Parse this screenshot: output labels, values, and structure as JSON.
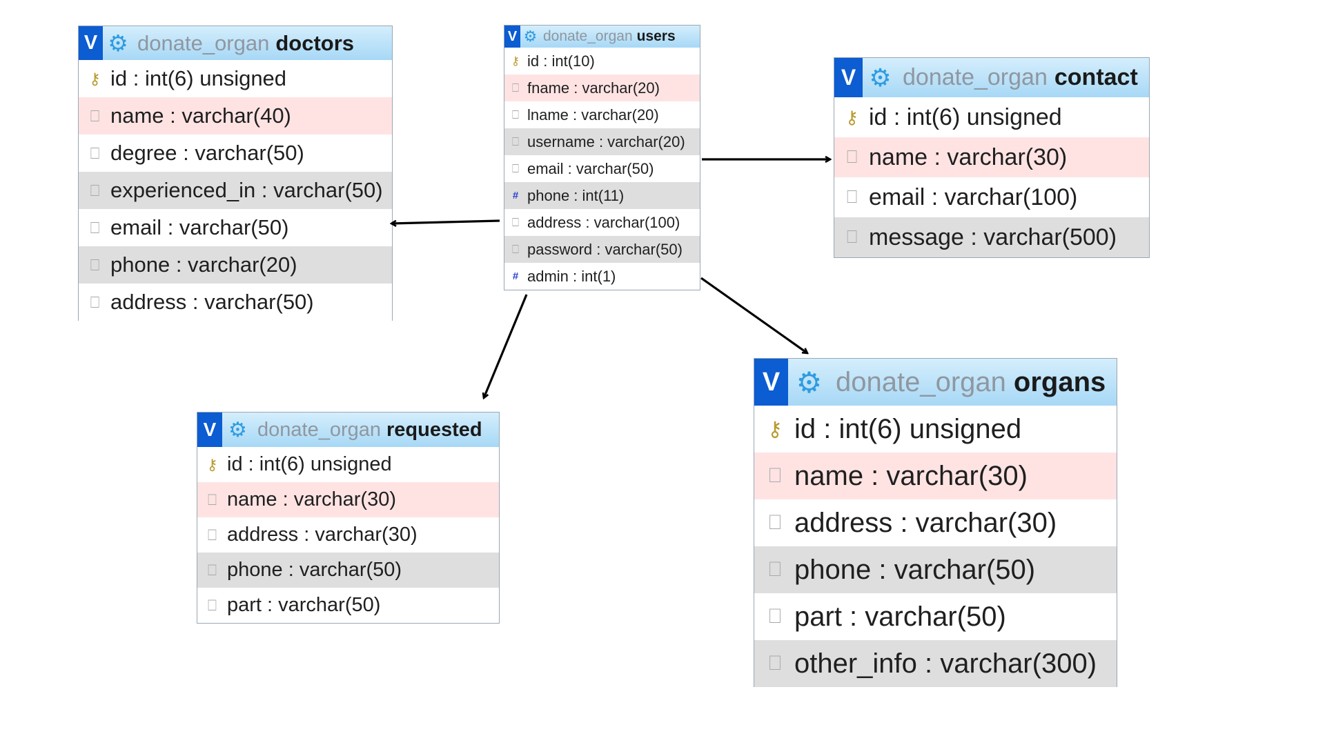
{
  "colors": {
    "header_button": "#0c5cd2",
    "header_gradient_top": "#d4eefc",
    "header_gradient_bottom": "#a7d8f6",
    "primary_row": "#ffe3e3",
    "alt_row": "#dedede",
    "arrow": "#000000"
  },
  "tables": {
    "doctors": {
      "button": "V",
      "gear_icon": "gear-icon",
      "db": "donate_organ",
      "name": "doctors",
      "fields": [
        {
          "icon": "key-icon",
          "label": "id : int(6) unsigned"
        },
        {
          "icon": "column-icon",
          "label": "name : varchar(40)"
        },
        {
          "icon": "column-icon",
          "label": "degree : varchar(50)"
        },
        {
          "icon": "column-icon",
          "label": "experienced_in : varchar(50)"
        },
        {
          "icon": "column-icon",
          "label": "email : varchar(50)"
        },
        {
          "icon": "column-icon",
          "label": "phone : varchar(20)"
        },
        {
          "icon": "column-icon",
          "label": "address : varchar(50)"
        }
      ]
    },
    "users": {
      "button": "V",
      "gear_icon": "gear-icon",
      "db": "donate_organ",
      "name": "users",
      "fields": [
        {
          "icon": "key-icon",
          "label": "id : int(10)"
        },
        {
          "icon": "column-icon",
          "label": "fname : varchar(20)"
        },
        {
          "icon": "column-icon",
          "label": "lname : varchar(20)"
        },
        {
          "icon": "column-icon",
          "label": "username : varchar(20)"
        },
        {
          "icon": "column-icon",
          "label": "email : varchar(50)"
        },
        {
          "icon": "hash-icon",
          "label": "phone : int(11)"
        },
        {
          "icon": "column-icon",
          "label": "address : varchar(100)"
        },
        {
          "icon": "column-icon",
          "label": "password : varchar(50)"
        },
        {
          "icon": "hash-icon",
          "label": "admin : int(1)"
        }
      ]
    },
    "contact": {
      "button": "V",
      "gear_icon": "gear-icon",
      "db": "donate_organ",
      "name": "contact",
      "fields": [
        {
          "icon": "key-icon",
          "label": "id : int(6) unsigned"
        },
        {
          "icon": "column-icon",
          "label": "name : varchar(30)"
        },
        {
          "icon": "column-icon",
          "label": "email : varchar(100)"
        },
        {
          "icon": "column-icon",
          "label": "message : varchar(500)"
        }
      ]
    },
    "requested": {
      "button": "V",
      "gear_icon": "gear-icon",
      "db": "donate_organ",
      "name": "requested",
      "fields": [
        {
          "icon": "key-icon",
          "label": "id : int(6) unsigned"
        },
        {
          "icon": "column-icon",
          "label": "name : varchar(30)"
        },
        {
          "icon": "column-icon",
          "label": "address : varchar(30)"
        },
        {
          "icon": "column-icon",
          "label": "phone : varchar(50)"
        },
        {
          "icon": "column-icon",
          "label": "part : varchar(50)"
        }
      ]
    },
    "organs": {
      "button": "V",
      "gear_icon": "gear-icon",
      "db": "donate_organ",
      "name": "organs",
      "fields": [
        {
          "icon": "key-icon",
          "label": "id : int(6) unsigned"
        },
        {
          "icon": "column-icon",
          "label": "name : varchar(30)"
        },
        {
          "icon": "column-icon",
          "label": "address : varchar(30)"
        },
        {
          "icon": "column-icon",
          "label": "phone : varchar(50)"
        },
        {
          "icon": "column-icon",
          "label": "part : varchar(50)"
        },
        {
          "icon": "column-icon",
          "label": "other_info : varchar(300)"
        }
      ]
    }
  }
}
